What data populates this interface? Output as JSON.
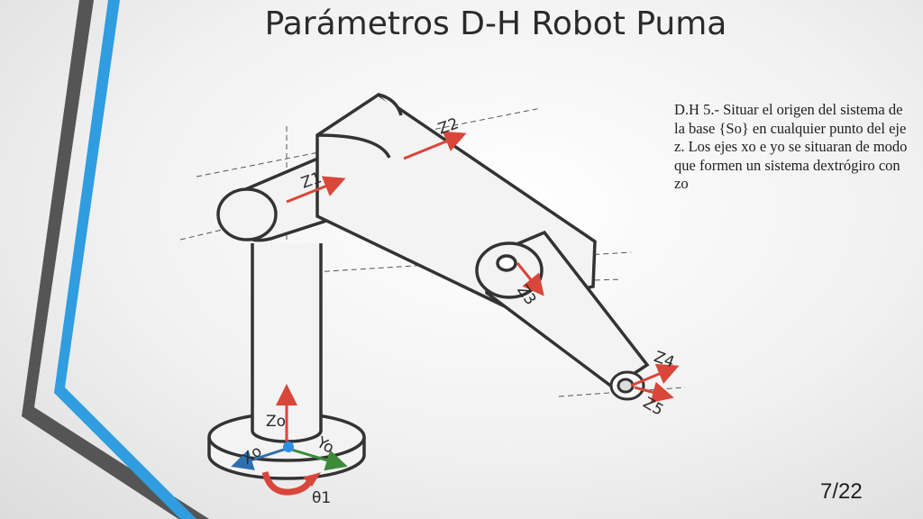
{
  "slide": {
    "title": "Parámetros D-H Robot Puma",
    "description": "D.H 5.- Situar el origen del sistema de la base {So} en cualquier punto del eje z. Los ejes xo e yo se situaran de modo que formen un sistema dextrógiro con zo",
    "page_number": "7/22"
  },
  "diagram": {
    "labels": {
      "z0": "Zo",
      "x0": "Xo",
      "y0": "Yo",
      "z1": "Z1",
      "z2": "Z2",
      "z3": "Z3",
      "z4": "Z4",
      "z5": "Z5",
      "theta1": "θ1"
    },
    "colors": {
      "z_axis": "#d9463a",
      "x_axis": "#2e6fb0",
      "y_axis": "#3c8a3a",
      "rotation_arrow": "#d9463a",
      "origin": "#2f8fe6",
      "outline": "#333333",
      "accent_stripe": "#2f9de0",
      "dark_stripe": "#555555"
    }
  }
}
